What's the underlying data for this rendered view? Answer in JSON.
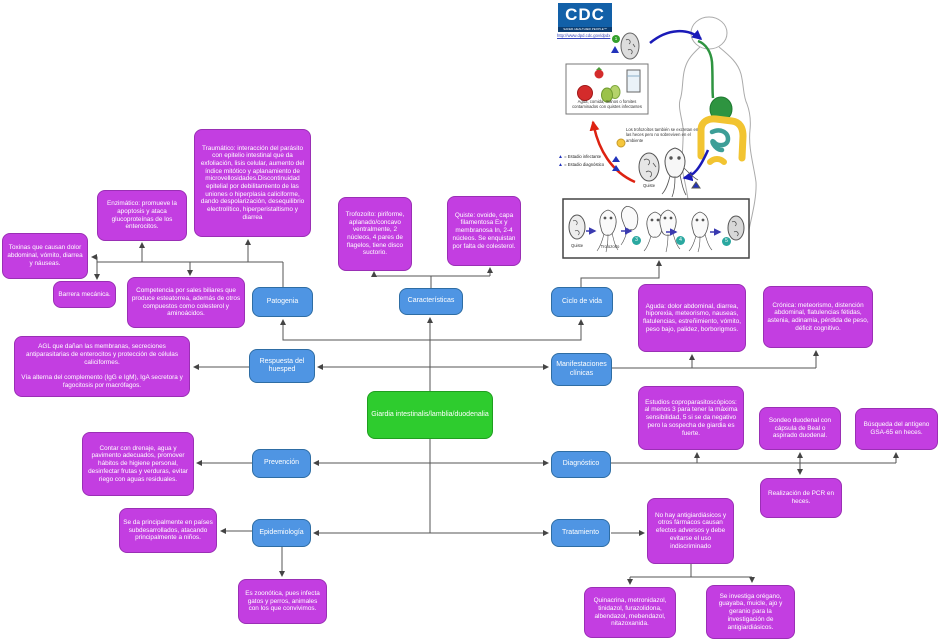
{
  "palette": {
    "magenta": "#C33EE1",
    "blue": "#4F95E3",
    "green": "#2ECC2E",
    "connector": "#555555",
    "arrow_blue": "#1A1AB8",
    "arrow_red": "#DD2211",
    "stage_circle": "#2AA8A0"
  },
  "nodes": {
    "giardia": "Giardia intestinalis/lamblia/duodenalia",
    "patogenia": "Patogenia",
    "caracteristicas": "Características",
    "ciclo": "Ciclo de vida",
    "respuesta": "Respuesta del huesped",
    "manifestaciones": "Manifestaciones clínicas",
    "prevencion": "Prevención",
    "diagnostico": "Diagnóstico",
    "epidemiologia": "Epidemiología",
    "tratamiento": "Tratamiento",
    "toxinas": "Toxinas que causan dolor abdominal, vómito, diarrea y náuseas.",
    "barrera": "Barrera mecánica.",
    "enzimatico": "Enzimático: promueve la apoptosis y ataca glucoproteínas de los enterocitos.",
    "traumatico": "Traumático: interacción del parásito con epitelio intestinal que da exfoliación, lisis celular, aumento del índice mitótico y aplanamiento de microvellosidades.Discontinuidad epitelial por debilitamiento de las uniones o hiperplasia caliciforme, dando despolarización, desequilibrio electrolítico, hiperperistaltismo y diarrea",
    "competencia": "Competencia por sales biliares que produce esteatorrea, además de otros compuestos como colesterol y aminoácidos.",
    "agl": "AGL que dañan las membranas, secreciones antiparasitarias de enterocitos y protección de células caliciformes.\n\nVía alterna del complemento (IgG e IgM), IgA secretora y fagocitosis por macrófagos.",
    "trofozoito": "Trofozoíto: piriforme, aplanado/concavo ventralmente, 2 núcleos, 4 pares de flagelos, tiene disco suctorio.",
    "quiste": "Quiste: ovoide, capa filamentosa Ex y membranosa In, 2-4 núcleos. Se enquistan por falta de colesterol.",
    "aguda": "Aguda: dolor abdominal, diarrea, hiporexia, meteorismo, nauseas, flatulencias, estreñimiento, vómito, peso bajo, palidez, borborigmos.",
    "cronica": "Crónica: meteorismo, distención abdominal, flatulencias fétidas, astenia, adinamia, pérdida de peso, déficit cognitivo.",
    "estudios": "Estudios coproparasitoscópicos: al menos 3 para tener la máxima sensibilidad, 5 si se da negativo pero la sospecha de giardia es fuerte.",
    "sondeo": "Sondeo duodenal con cápsula de Beal o aspirado duodenal.",
    "busqueda": "Búsqueda del antígeno GSA-65 en heces.",
    "pcr": "Realización de PCR en heces.",
    "contar": "Contar con drenaje, agua y pavimento adecuados, promover hábitos de higiene personal, desinfectar frutas y verduras, evitar riego con aguas residuales.",
    "seda": "Se da principalmente en países subdesarrollados, atacando principalmente a niños.",
    "zoonotica": "Es zoonótica, pues infecta gatos y perros, animales con los que convivimos.",
    "nohay": "No hay antigiardiásicos y otros fármacos causan efectos adversos y debe evitarse el uso indiscriminado",
    "quinacrina": "Quinacrina, metronidazol, tinidazol, furazolidona, albendazol, mebendazol, nitazoxanida.",
    "investiga": "Se investiga orégano, guayaba, muicle, ajo y geranio para la investigación de antigiardiásicos."
  },
  "cdc": {
    "logo": "CDC",
    "tagline": "SAFER·HEALTHIER·PEOPLE™",
    "url": "http://www.dpd.cdc.gov/dpdx",
    "food_caption": "Agua, comida, manos o fomites contaminados con quistes infectantes",
    "troph_note": "Los trofozoítos también se excretan en las heces pero no sobreviven en el ambiente",
    "legend": [
      "= Estadio infectante",
      "= Estadio diagnóstico"
    ],
    "quiste_mid_label": "Quiste",
    "quiste_strip_label": "Quiste",
    "trofozoito_strip_label": "Trofozoíto",
    "cyst_stage_number": "1",
    "stage_numbers": [
      "3",
      "4",
      "5"
    ]
  }
}
